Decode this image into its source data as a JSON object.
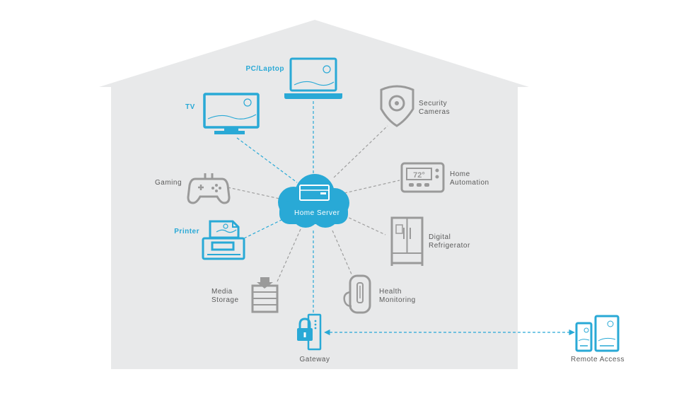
{
  "colors": {
    "house": "#e8e9ea",
    "accent": "#29a9d6",
    "device_gray": "#9a9a9a",
    "label_gray": "#5a5a5a",
    "link_blue": "#29a9d6",
    "link_gray": "#9e9e9e"
  },
  "hub": {
    "label": "Home Server",
    "icon": "cloud-server-icon"
  },
  "devices": {
    "pc_laptop": {
      "label": "PC/Laptop",
      "icon": "laptop-icon",
      "connection": "dashed-blue"
    },
    "tv": {
      "label": "TV",
      "icon": "tv-icon",
      "connection": "dashed-blue"
    },
    "gaming": {
      "label": "Gaming",
      "icon": "gamepad-icon",
      "connection": "dashed-gray"
    },
    "printer": {
      "label": "Printer",
      "icon": "printer-icon",
      "connection": "dashed-blue"
    },
    "media_storage": {
      "line1": "Media",
      "line2": "Storage",
      "icon": "media-storage-icon",
      "connection": "dashed-gray"
    },
    "security_cameras": {
      "line1": "Security",
      "line2": "Cameras",
      "icon": "security-camera-icon",
      "connection": "dashed-gray"
    },
    "home_automation": {
      "line1": "Home",
      "line2": "Automation",
      "icon": "thermostat-icon",
      "display": "72°",
      "connection": "dashed-gray"
    },
    "digital_refrigerator": {
      "line1": "Digital",
      "line2": "Refrigerator",
      "icon": "refrigerator-icon",
      "connection": "dashed-gray"
    },
    "health_monitoring": {
      "line1": "Health",
      "line2": "Monitoring",
      "icon": "health-monitor-icon",
      "connection": "dashed-gray"
    },
    "gateway": {
      "label": "Gateway",
      "icon": "gateway-lock-icon",
      "connection": "dashed-blue"
    }
  },
  "remote": {
    "label": "Remote Access",
    "icon": "mobile-devices-icon",
    "connection": "dashed-blue-bidirectional"
  }
}
